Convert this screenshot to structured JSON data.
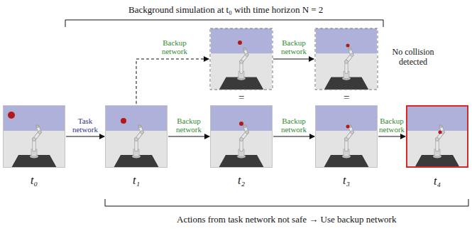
{
  "diagram": {
    "nodes": [
      {
        "text": [
          "t₀"
        ]
      },
      {
        "text": [
          "t₁"
        ]
      },
      {
        "text": [
          "t₂"
        ]
      },
      {
        "text": [
          "t₃"
        ]
      },
      {
        "text": [
          "t₄"
        ]
      }
    ],
    "edges": [
      {
        "from": 0,
        "to": 1,
        "arrow": "to",
        "label": "Task network"
      },
      {
        "from": 1,
        "to": 2,
        "arrow": "to",
        "label": "Backup network"
      },
      {
        "from": 2,
        "to": 3,
        "arrow": "to",
        "label": "Backup network"
      },
      {
        "from": 3,
        "to": 4,
        "arrow": "to",
        "label": "Backup network"
      }
    ],
    "labels": [
      "Background simulation at t₀ with time horizon N = 2",
      "Backup network",
      "Backup network",
      "=",
      "=",
      "No collision detected",
      "Actions from task network not safe → Use backup network"
    ]
  }
}
